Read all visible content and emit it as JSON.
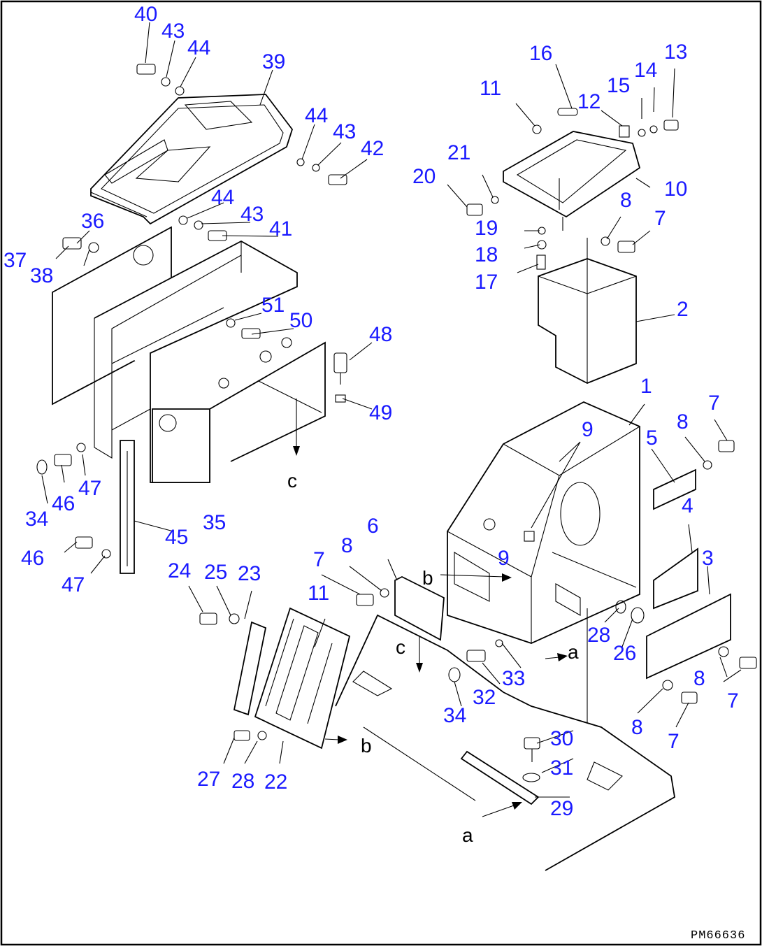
{
  "drawing_code": "PM66636",
  "callouts": [
    "40",
    "43",
    "44",
    "39",
    "44",
    "43",
    "42",
    "36",
    "44",
    "43",
    "41",
    "37",
    "38",
    "51",
    "50",
    "48",
    "49",
    "34",
    "46",
    "47",
    "45",
    "35",
    "46",
    "47",
    "24",
    "25",
    "23",
    "7",
    "8",
    "6",
    "11",
    "16",
    "13",
    "11",
    "12",
    "15",
    "14",
    "21",
    "20",
    "10",
    "8",
    "7",
    "19",
    "18",
    "17",
    "2",
    "1",
    "9",
    "7",
    "8",
    "5",
    "4",
    "9",
    "3",
    "28",
    "26",
    "8",
    "7",
    "8",
    "7",
    "33",
    "32",
    "34",
    "30",
    "31",
    "29",
    "27",
    "28",
    "22"
  ],
  "refs": [
    "c",
    "b",
    "c",
    "a",
    "b",
    "a"
  ]
}
